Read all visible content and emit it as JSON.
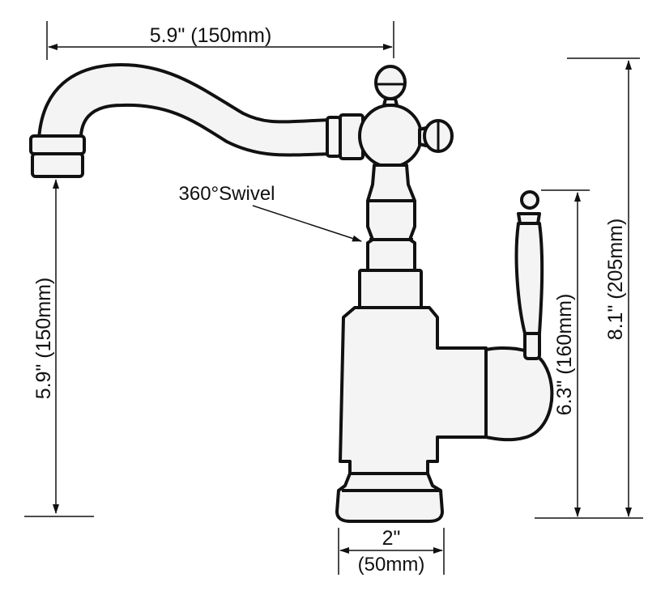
{
  "diagram": {
    "subject": "Single-handle swivel faucet dimension drawing",
    "colors": {
      "line": "#111111",
      "background": "#ffffff",
      "fill": "#f4f4f4"
    },
    "dimensions": {
      "spout_reach": {
        "label": "5.9\" (150mm)",
        "orientation": "horizontal"
      },
      "spout_height": {
        "label": "5.9\" (150mm)",
        "orientation": "vertical"
      },
      "handle_height": {
        "label": "6.3\" (160mm)",
        "orientation": "vertical"
      },
      "total_height": {
        "label": "8.1\" (205mm)",
        "orientation": "vertical"
      },
      "base_diameter": {
        "label_top": "2\"",
        "label_bottom": "(50mm)",
        "orientation": "horizontal"
      }
    },
    "annotations": {
      "swivel": "360°Swivel"
    }
  }
}
